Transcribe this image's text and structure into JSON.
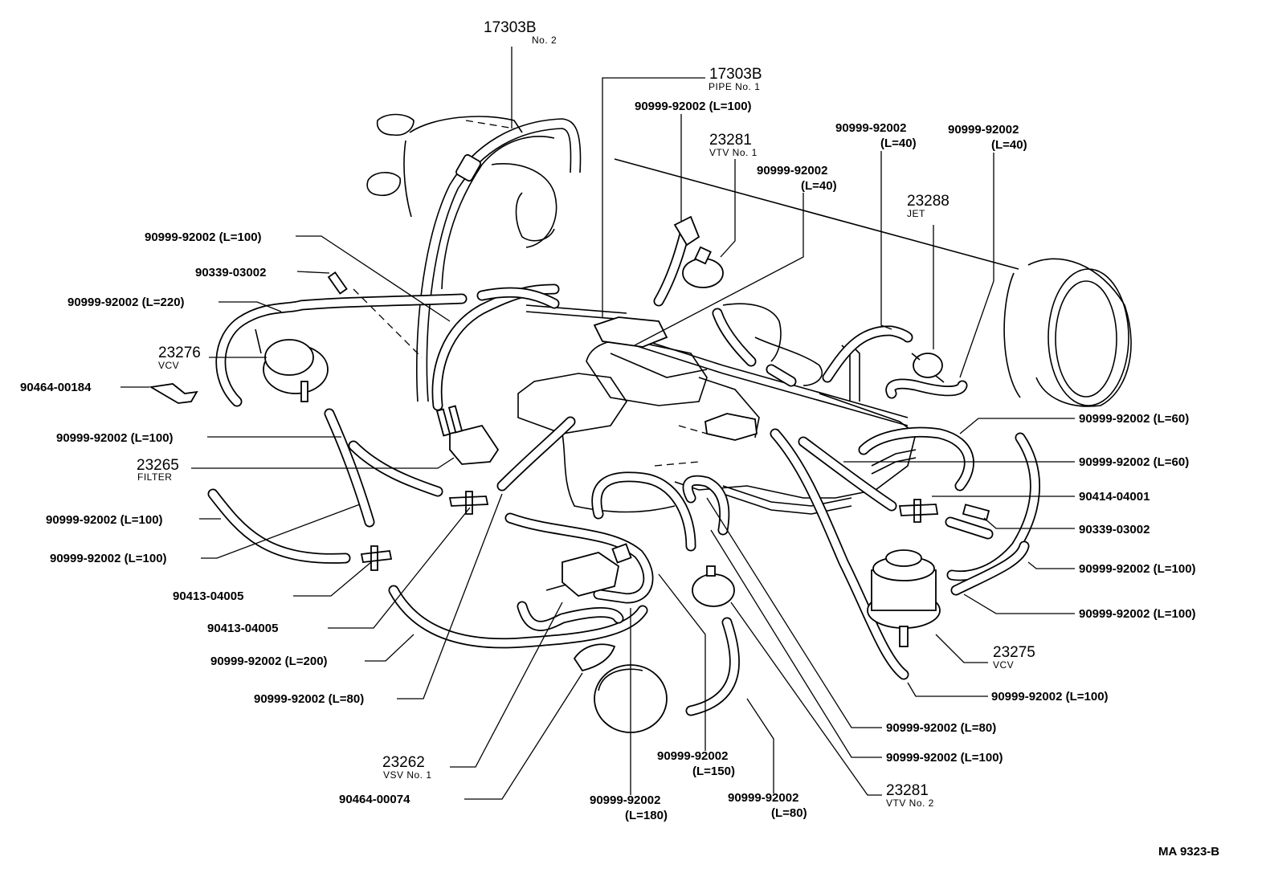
{
  "diagram_id": "MA  9323-B",
  "labels": {
    "p17303b_no2": {
      "num": "17303B",
      "sub": "No. 2"
    },
    "p17303b_pipe1": {
      "num": "17303B",
      "sub": "PIPE No. 1"
    },
    "hose_top_100": "90999-92002 (L=100)",
    "p23281_vtv1": {
      "num": "23281",
      "sub": "VTV No. 1"
    },
    "hose_40_a": {
      "line1": "90999-92002",
      "line2": "(L=40)"
    },
    "hose_40_b": {
      "line1": "90999-92002",
      "line2": "(L=40)"
    },
    "hose_40_c": {
      "line1": "90999-92002",
      "line2": "(L=40)"
    },
    "p23288_jet": {
      "num": "23288",
      "sub": "JET"
    },
    "hose_left_100_a": "90999-92002 (L=100)",
    "plug_90339_left": "90339-03002",
    "hose_left_220": "90999-92002 (L=220)",
    "p23276_vcv": {
      "num": "23276",
      "sub": "VCV"
    },
    "clip_90464_00184": "90464-00184",
    "hose_left_100_b": "90999-92002 (L=100)",
    "p23265_filter": {
      "num": "23265",
      "sub": "FILTER"
    },
    "hose_left_100_c": "90999-92002 (L=100)",
    "hose_left_100_d": "90999-92002 (L=100)",
    "tee_90413_a": "90413-04005",
    "tee_90413_b": "90413-04005",
    "hose_left_200": "90999-92002 (L=200)",
    "hose_left_80": "90999-92002 (L=80)",
    "p23262_vsv": {
      "num": "23262",
      "sub": "VSV No. 1"
    },
    "clip_90464_00074": "90464-00074",
    "hose_bottom_180": {
      "line1": "90999-92002",
      "line2": "(L=180)"
    },
    "hose_bottom_150": {
      "line1": "90999-92002",
      "line2": "(L=150)"
    },
    "hose_bottom_80": {
      "line1": "90999-92002",
      "line2": "(L=80)"
    },
    "hose_right_60_a": "90999-92002 (L=60)",
    "hose_right_60_b": "90999-92002 (L=60)",
    "tee_90414": "90414-04001",
    "plug_90339_right": "90339-03002",
    "hose_right_100_a": "90999-92002 (L=100)",
    "hose_right_100_b": "90999-92002 (L=100)",
    "p23275_vcv": {
      "num": "23275",
      "sub": "VCV"
    },
    "hose_right_100_c": "90999-92002 (L=100)",
    "hose_right_80": "90999-92002 (L=80)",
    "hose_right_100_d": "90999-92002 (L=100)",
    "p23281_vtv2": {
      "num": "23281",
      "sub": "VTV No. 2"
    }
  }
}
